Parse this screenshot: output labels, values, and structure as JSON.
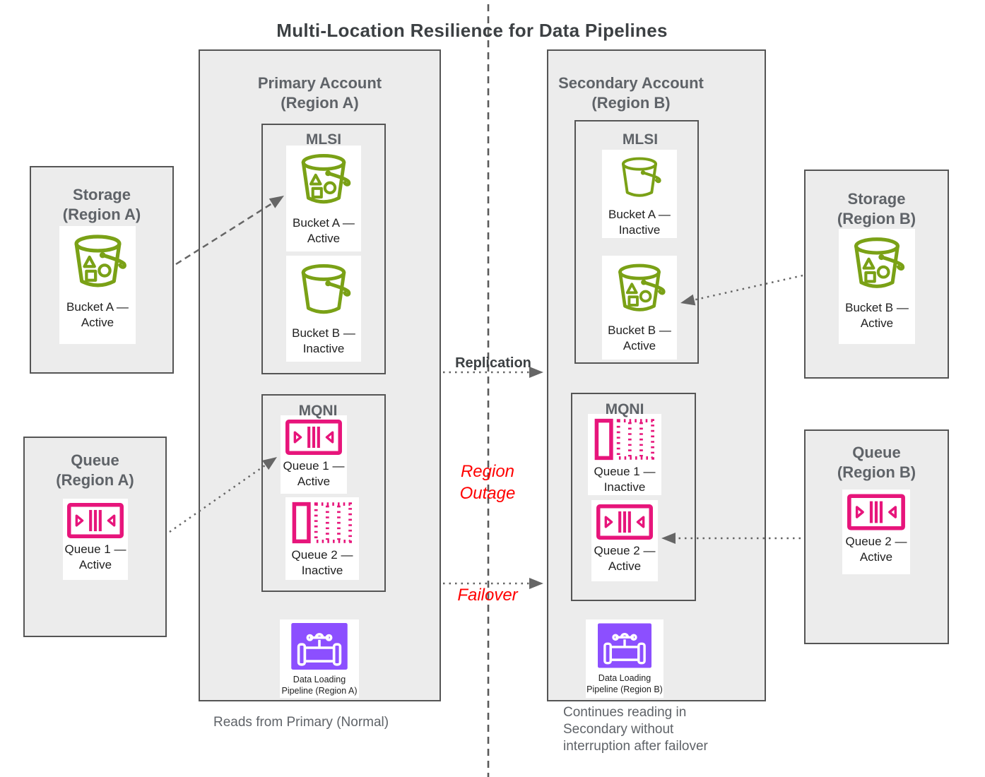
{
  "title": "Multi-Location Resilience for Data Pipelines",
  "center": {
    "replication": "Replication",
    "region_outage_line1": "Region",
    "region_outage_line2": "Outage",
    "failover": "Failover"
  },
  "primary": {
    "header_line1": "Primary Account",
    "header_line2": "(Region A)",
    "mlsi_label": "MLSI",
    "mqni_label": "MQNI",
    "bucket_a": {
      "line1": "Bucket A —",
      "line2": "Active"
    },
    "bucket_b": {
      "line1": "Bucket B —",
      "line2": "Inactive"
    },
    "queue_1": {
      "line1": "Queue 1 —",
      "line2": "Active"
    },
    "queue_2": {
      "line1": "Queue 2 —",
      "line2": "Inactive"
    },
    "pipeline": {
      "line1": "Data Loading",
      "line2": "Pipeline (Region A)"
    },
    "note": "Reads from Primary (Normal)"
  },
  "secondary": {
    "header_line1": "Secondary Account",
    "header_line2": "(Region B)",
    "mlsi_label": "MLSI",
    "mqni_label": "MQNI",
    "bucket_a": {
      "line1": "Bucket A —",
      "line2": "Inactive"
    },
    "bucket_b": {
      "line1": "Bucket B —",
      "line2": "Active"
    },
    "queue_1": {
      "line1": "Queue 1 —",
      "line2": "Inactive"
    },
    "queue_2": {
      "line1": "Queue 2 —",
      "line2": "Active"
    },
    "pipeline": {
      "line1": "Data Loading",
      "line2": "Pipeline (Region B)"
    },
    "note_lines": [
      "Continues reading in",
      "Secondary without",
      "interruption after failover"
    ]
  },
  "storage_a": {
    "header_line1": "Storage",
    "header_line2": "(Region A)",
    "card": {
      "line1": "Bucket A —",
      "line2": "Active"
    }
  },
  "queue_a": {
    "header_line1": "Queue",
    "header_line2": "(Region A)",
    "card": {
      "line1": "Queue 1 —",
      "line2": "Active"
    }
  },
  "storage_b": {
    "header_line1": "Storage",
    "header_line2": "(Region B)",
    "card": {
      "line1": "Bucket B —",
      "line2": "Active"
    }
  },
  "queue_b": {
    "header_line1": "Queue",
    "header_line2": "(Region B)",
    "card": {
      "line1": "Queue 2 —",
      "line2": "Active"
    }
  },
  "colors": {
    "bucket_green": "#7AA116",
    "queue_pink": "#E7157B",
    "pipeline_purple": "#8C4FFF",
    "alert_red": "#FF0000",
    "box_fill": "#ECECEC",
    "border_gray": "#555555",
    "text_gray": "#5F6368",
    "arrow_gray": "#666666"
  }
}
